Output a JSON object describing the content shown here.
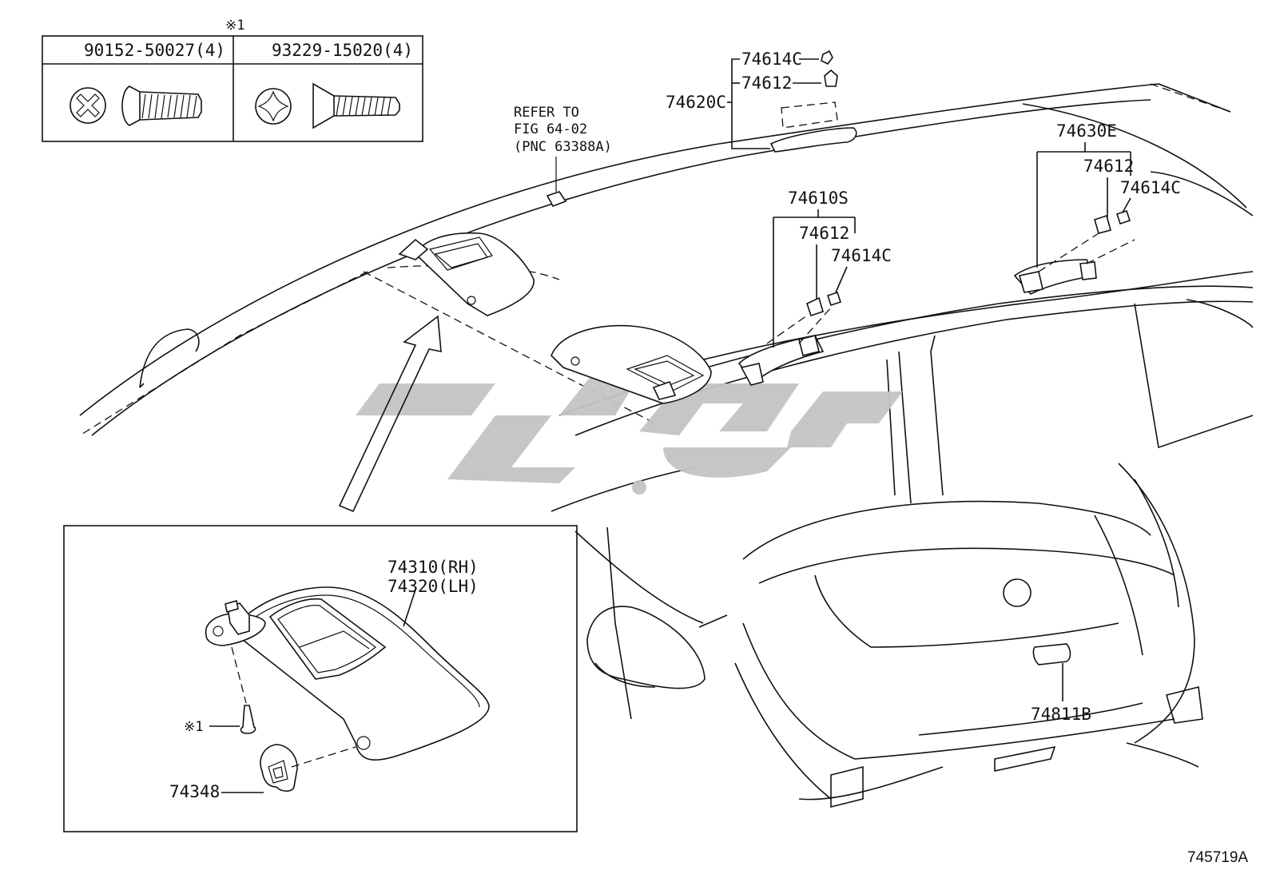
{
  "fastener_table": {
    "note_marker": "※1",
    "columns": [
      "90152-50027(4)",
      "93229-15020(4)"
    ]
  },
  "refer_note": [
    "REFER TO",
    "FIG 64-02",
    "(PNC 63388A)"
  ],
  "callouts": {
    "p74614C_top": "74614C",
    "p74612_top": "74612",
    "p74620C": "74620C",
    "p74630E": "74630E",
    "p74612_right": "74612",
    "p74614C_right": "74614C",
    "p74610S": "74610S",
    "p74612_mid": "74612",
    "p74614C_mid": "74614C",
    "p74811B": "74811B"
  },
  "detail": {
    "visor_rh": "74310(RH)",
    "visor_lh": "74320(LH)",
    "screw_marker": "※1",
    "holder": "74348"
  },
  "figure_id": "745719A",
  "watermark_color": "#c4c4c4"
}
